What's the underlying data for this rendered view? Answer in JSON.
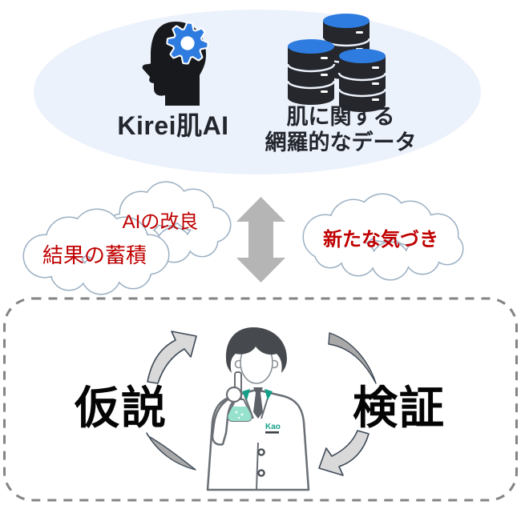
{
  "bubble": {
    "ai_icon": "head-with-gear-icon",
    "ai_label": "Kirei肌AI",
    "db_icon": "database-stack-icon",
    "db_label_line1": "肌に関する",
    "db_label_line2": "網羅的なデータ"
  },
  "exchange": {
    "arrow_icon": "double-vertical-arrow-icon",
    "clouds": [
      {
        "id": "improve",
        "label": "AIの改良",
        "emphasis": false
      },
      {
        "id": "accumulate",
        "label": "結果の蓄積",
        "emphasis": false
      },
      {
        "id": "insight",
        "label": "新たな気づき",
        "emphasis": true
      }
    ]
  },
  "cycle": {
    "left_label": "仮説",
    "right_label": "検証",
    "scientist_icon": "scientist-with-flask-illustration",
    "scientist_badge": "Kao"
  },
  "colors": {
    "bubble_fill": "#ecf2fc",
    "accent_blue": "#2e7ce0",
    "icon_dark": "#17191d",
    "text_dark": "#23262c",
    "cloud_text_red": "#c00000",
    "cloud_outline": "#9db1c4",
    "center_arrow_gray": "#b5b5b5",
    "cycle_arrow_light": "#d9d9d9",
    "cycle_arrow_dark": "#a9a9a9",
    "cycle_arrow_outline": "#3d4956",
    "dash_border": "#848484",
    "kao_teal": "#12a188",
    "flask_liquid": "#97e2cd"
  }
}
